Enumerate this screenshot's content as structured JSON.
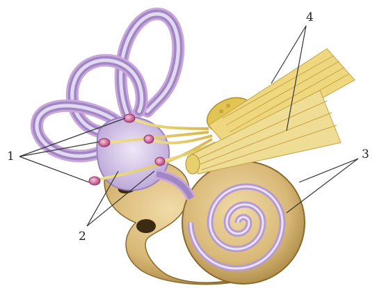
{
  "labels": [
    {
      "id": "label-1",
      "text": "1"
    },
    {
      "id": "label-2",
      "text": "2"
    },
    {
      "id": "label-3",
      "text": "3"
    },
    {
      "id": "label-4",
      "text": "4"
    }
  ],
  "colors": {
    "canal_outer": "#b49bd0",
    "canal_inner": "#ddd0ee",
    "bone": "#d8b877",
    "bone_dark": "#a8843f",
    "nerve": "#e8d06a",
    "receptor": "#c54b86",
    "leader": "#333333"
  }
}
